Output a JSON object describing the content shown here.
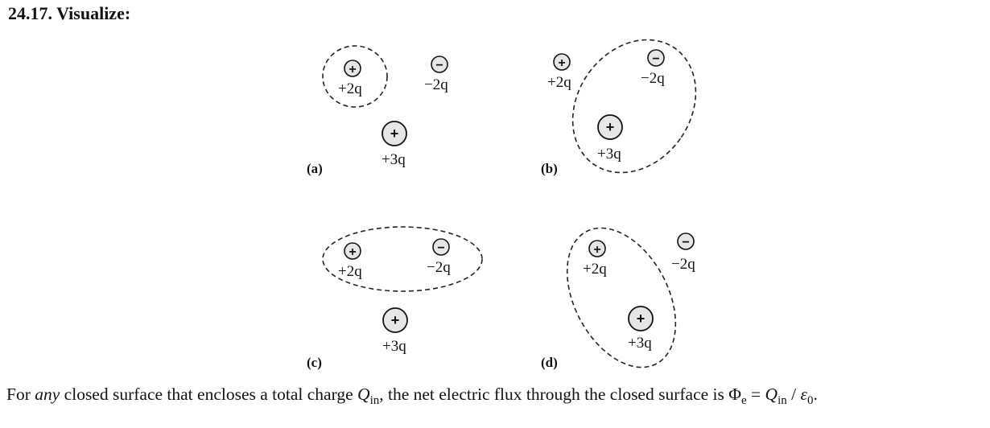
{
  "heading": "24.17. Visualize:",
  "panels": [
    {
      "label": "(a)",
      "charges": [
        {
          "sign": "+",
          "value": "+2q"
        },
        {
          "sign": "−",
          "value": "−2q"
        },
        {
          "sign": "+",
          "value": "+3q"
        }
      ]
    },
    {
      "label": "(b)",
      "charges": [
        {
          "sign": "+",
          "value": "+2q"
        },
        {
          "sign": "−",
          "value": "−2q"
        },
        {
          "sign": "+",
          "value": "+3q"
        }
      ]
    },
    {
      "label": "(c)",
      "charges": [
        {
          "sign": "+",
          "value": "+2q"
        },
        {
          "sign": "−",
          "value": "−2q"
        },
        {
          "sign": "+",
          "value": "+3q"
        }
      ]
    },
    {
      "label": "(d)",
      "charges": [
        {
          "sign": "+",
          "value": "+2q"
        },
        {
          "sign": "−",
          "value": "−2q"
        },
        {
          "sign": "+",
          "value": "+3q"
        }
      ]
    }
  ],
  "caption": {
    "part1": "For ",
    "emphasis": "any",
    "part2": " closed surface that encloses a total charge ",
    "q_symbol": "Q",
    "q_sub": "in",
    "part3": ", the net electric flux through the closed surface is ",
    "flux_symbol": "Φ",
    "flux_sub": "e",
    "equals": " = ",
    "q2_symbol": "Q",
    "q2_sub": "in",
    "slash": " / ",
    "eps_symbol": "ε",
    "eps_sub": "0",
    "end": "."
  }
}
